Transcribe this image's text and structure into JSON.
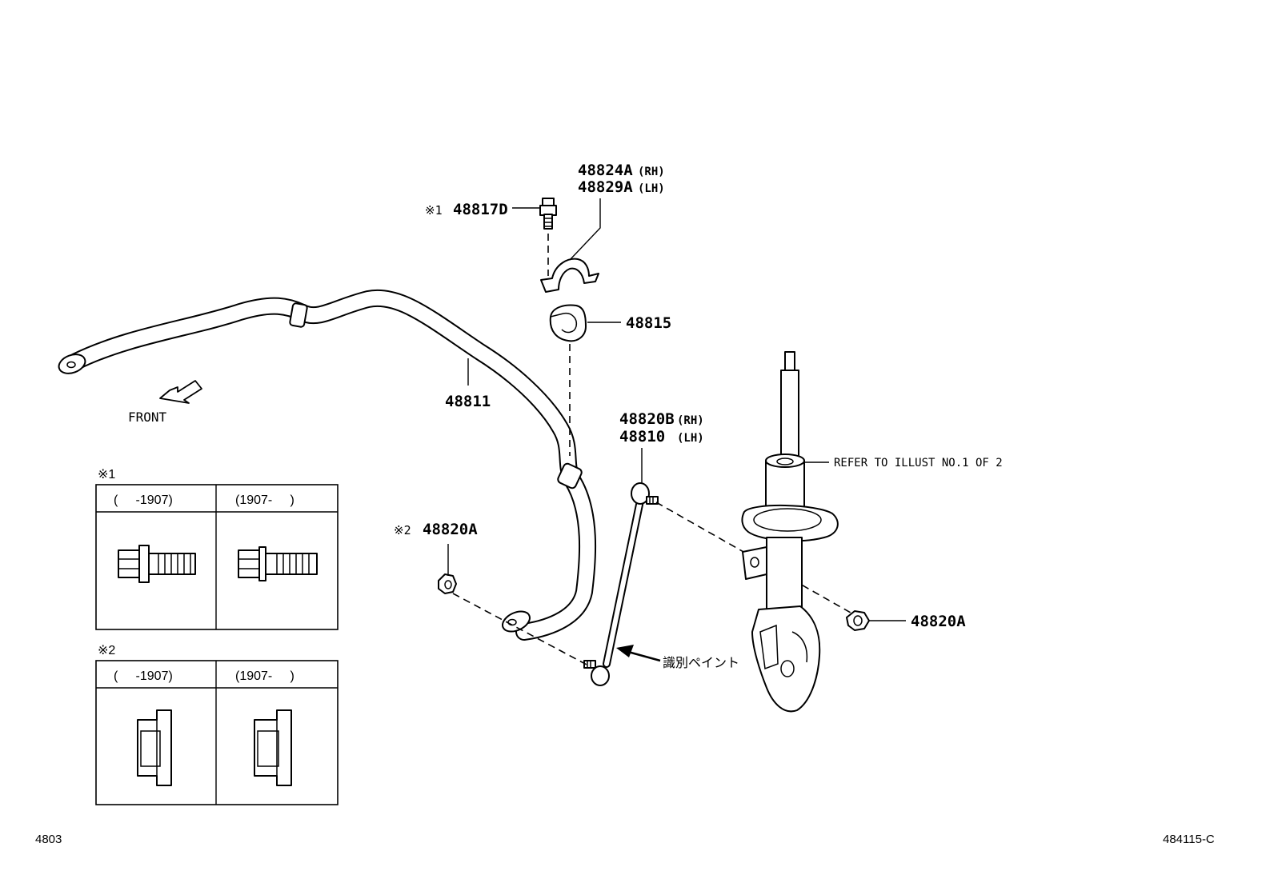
{
  "labels": {
    "p48824A": "48824A",
    "p48824A_side": "(RH)",
    "p48829A": "48829A",
    "p48829A_side": "(LH)",
    "p48817D_mark": "※1",
    "p48817D": "48817D",
    "p48815": "48815",
    "p48811": "48811",
    "front": "FRONT",
    "p48820B": "48820B",
    "p48820B_side": "(RH)",
    "p48810": "48810",
    "p48810_side": "(LH)",
    "refer": "REFER TO ILLUST NO.1 OF 2",
    "p48820A_left_mark": "※2",
    "p48820A_left": "48820A",
    "p48820A_right": "48820A",
    "paint": "識別ペイント"
  },
  "tables": [
    {
      "mark": "※1",
      "col1": "(     -1907)",
      "col2": "(1907-     )",
      "content": "bolt"
    },
    {
      "mark": "※2",
      "col1": "(     -1907)",
      "col2": "(1907-     )",
      "content": "nut"
    }
  ],
  "footer": {
    "left": "4803",
    "right": "484115-C"
  }
}
